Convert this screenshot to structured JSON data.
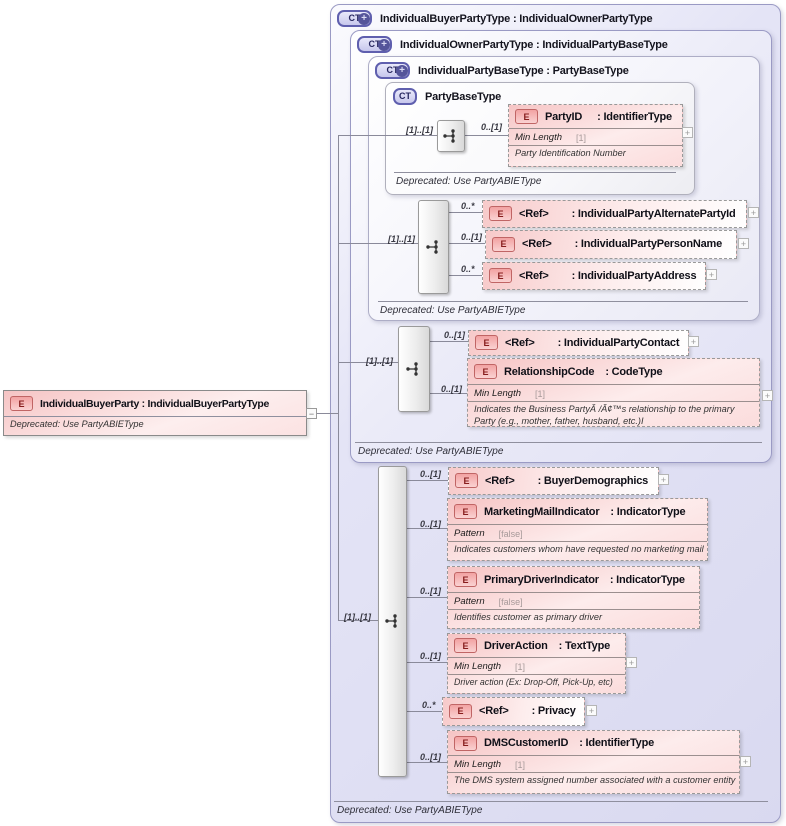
{
  "colors": {
    "lavender_fill": "#e3e3f6",
    "pink_fill": "#f6c4c4",
    "box_border": "#9a9ac4",
    "connector": "#8a8a9a",
    "e_icon_red": "#871d1d",
    "ct_icon_navy": "#26265e"
  },
  "icons": {
    "ct": "CT",
    "plus_badge": "+",
    "e": "E",
    "expand": "+",
    "collapse": "−",
    "sequence": "sequence"
  },
  "root_element": {
    "title": "IndividualBuyerParty : IndividualBuyerPartyType",
    "deprecated": "Deprecated: Use PartyABIEType"
  },
  "boxes": {
    "buyer_party_type": {
      "title": "IndividualBuyerPartyType : IndividualOwnerPartyType",
      "deprecated": "Deprecated: Use PartyABIEType"
    },
    "owner_party_type": {
      "title": "IndividualOwnerPartyType : IndividualPartyBaseType",
      "deprecated": "Deprecated: Use PartyABIEType"
    },
    "party_base_ext": {
      "title": "IndividualPartyBaseType : PartyBaseType",
      "deprecated": "Deprecated: Use PartyABIEType"
    },
    "party_base": {
      "title": "PartyBaseType",
      "deprecated": "Deprecated: Use PartyABIEType"
    }
  },
  "sequence_cardinality": "[1]..[1]",
  "elements": {
    "party_id": {
      "cardinality": "0..[1]",
      "name": "PartyID",
      "type": ": IdentifierType",
      "facet_label": "Min Length",
      "facet_value": "[1]",
      "description": "Party Identification Number"
    },
    "alternate_party_id": {
      "cardinality": "0..*",
      "name": "<Ref>",
      "type": ": IndividualPartyAlternatePartyId"
    },
    "person_name": {
      "cardinality": "0..[1]",
      "name": "<Ref>",
      "type": ": IndividualPartyPersonName"
    },
    "address": {
      "cardinality": "0..*",
      "name": "<Ref>",
      "type": ": IndividualPartyAddress"
    },
    "contact": {
      "cardinality": "0..[1]",
      "name": "<Ref>",
      "type": ": IndividualPartyContact"
    },
    "relationship_code": {
      "cardinality": "0..[1]",
      "name": "RelationshipCode",
      "type": ": CodeType",
      "facet_label": "Min Length",
      "facet_value": "[1]",
      "description": "Indicates the Business PartyĂ /Ă¢™s relationship to the primary Party (e.g., mother, father, husband, etc.)I"
    },
    "buyer_demographics": {
      "cardinality": "0..[1]",
      "name": "<Ref>",
      "type": ": BuyerDemographics"
    },
    "marketing_mail_indicator": {
      "cardinality": "0..[1]",
      "name": "MarketingMailIndicator",
      "type": ": IndicatorType",
      "facet_label": "Pattern",
      "facet_value": "[false]",
      "description": "Indicates customers whom have requested no marketing mail"
    },
    "primary_driver_indicator": {
      "cardinality": "0..[1]",
      "name": "PrimaryDriverIndicator",
      "type": ": IndicatorType",
      "facet_label": "Pattern",
      "facet_value": "[false]",
      "description": "Identifies customer as primary driver"
    },
    "driver_action": {
      "cardinality": "0..[1]",
      "name": "DriverAction",
      "type": ": TextType",
      "facet_label": "Min Length",
      "facet_value": "[1]",
      "description": "Driver action (Ex: Drop-Off, Pick-Up, etc)"
    },
    "privacy": {
      "cardinality": "0..*",
      "name": "<Ref>",
      "type": ": Privacy"
    },
    "dms_customer_id": {
      "cardinality": "0..[1]",
      "name": "DMSCustomerID",
      "type": ": IdentifierType",
      "facet_label": "Min Length",
      "facet_value": "[1]",
      "description": "The DMS system assigned number associated with a customer entity"
    }
  }
}
